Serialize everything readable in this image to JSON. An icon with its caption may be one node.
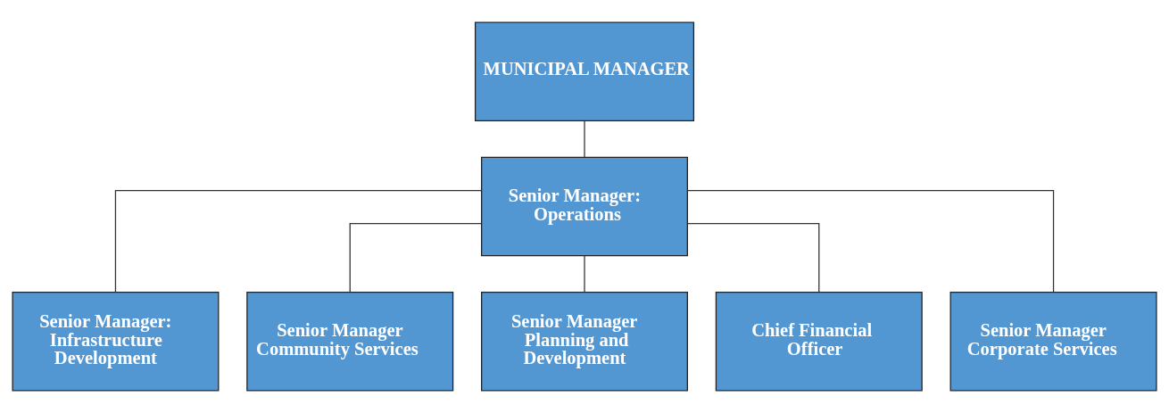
{
  "diagram": {
    "nodes": [
      {
        "text": [
          "MUNICIPAL MANAGER"
        ]
      },
      {
        "text": [
          "Senior Manager: Operations"
        ]
      },
      {
        "text": [
          "Senior Manager: Infrastructure Development"
        ]
      },
      {
        "text": [
          "Senior Manager Community Services"
        ]
      },
      {
        "text": [
          "Senior Manager Planning and Development"
        ]
      },
      {
        "text": [
          "Chief Financial Officer"
        ]
      },
      {
        "text": [
          "Senior Manager Corporate Services"
        ]
      }
    ],
    "edges": [
      {
        "from": 0,
        "to": 1,
        "arrow": "none"
      },
      {
        "from": 1,
        "to": 2,
        "arrow": "none"
      },
      {
        "from": 1,
        "to": 3,
        "arrow": "none"
      },
      {
        "from": 1,
        "to": 4,
        "arrow": "none"
      },
      {
        "from": 1,
        "to": 5,
        "arrow": "none"
      },
      {
        "from": 1,
        "to": 6,
        "arrow": "none"
      }
    ]
  }
}
